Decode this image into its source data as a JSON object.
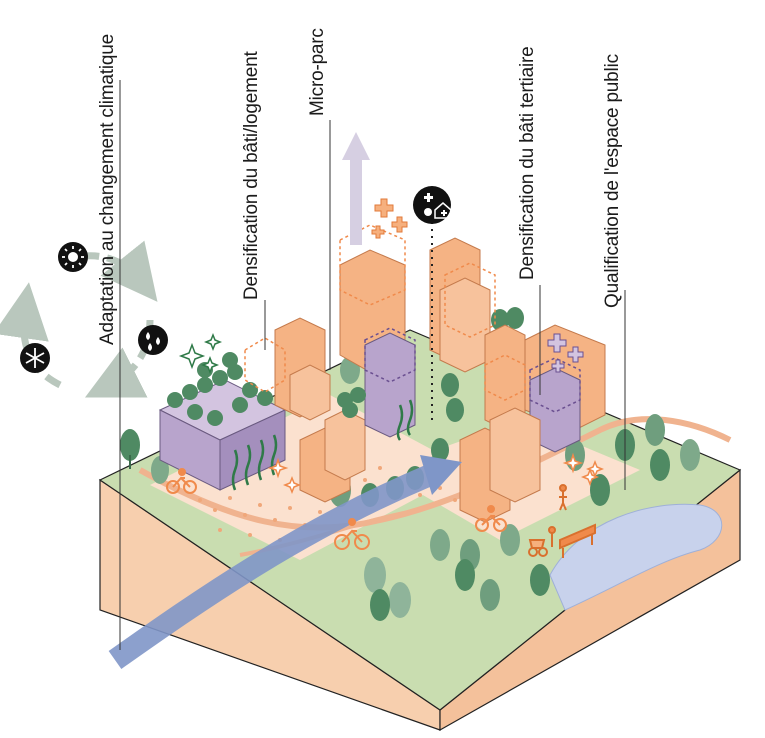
{
  "labels": {
    "adaptation": "Adaptation au changement climatique",
    "densification_logement": "Densification du bâti/logement",
    "micro_parc": "Micro-parc",
    "densification_tertiaire": "Densification du bâti tertiaire",
    "qualification": "Qualification de l'espace public"
  },
  "colors": {
    "ground_green": "#c9ddb0",
    "path_peach": "#fbe1cf",
    "building_orange": "#f5b384",
    "building_purple": "#b8a4cc",
    "tree_green": "#4f8a63",
    "flow_blue": "#7f96c8",
    "water": "#c8d2ec",
    "soil_side": "#f7cfae"
  },
  "icons": [
    "sun-icon",
    "rain-drops-icon",
    "snowflake-icon",
    "public-services-icon",
    "plus-icon",
    "sparkle-icon",
    "bicycle-icon",
    "bench-icon",
    "stroller-icon"
  ]
}
